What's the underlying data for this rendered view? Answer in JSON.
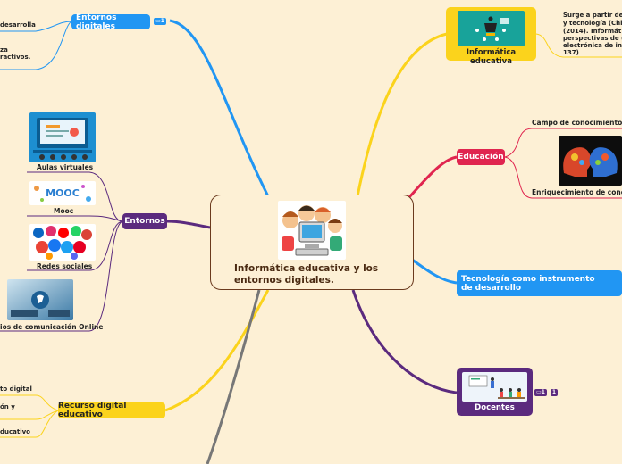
{
  "center": {
    "title": "Informática educativa y los entornos digitales."
  },
  "left": {
    "entornos_digitales": {
      "label": "Entornos digitales",
      "badge": "1",
      "notes": [
        "desarrolla",
        "za",
        "ractivos."
      ]
    },
    "entornos": {
      "label": "Entornos",
      "children": [
        "Aulas virtuales",
        "Mooc",
        "Redes sociales",
        "ios de comunicación Online"
      ]
    },
    "recurso": {
      "label": "Recurso digital educativo",
      "notes": [
        "to digital",
        "ón y",
        "ducativo"
      ]
    }
  },
  "right": {
    "informatica": {
      "label": "Informática educativa",
      "desc": [
        "Surge a partir de",
        "y tecnología (Chi",
        "(2014). Informát",
        "perspectivas de u",
        "electrónica de inv",
        "137)"
      ]
    },
    "educacion": {
      "label": "Educación",
      "children": [
        "Campo de conocimiento",
        "Enriquecimiento de conoc"
      ]
    },
    "tecnologia": {
      "label": "Tecnología como instrumento de desarrollo"
    },
    "docentes": {
      "label": "Docentes",
      "badges": [
        "1",
        "1"
      ]
    }
  },
  "images": {
    "mooc_text": "MOOC"
  },
  "colors": {
    "background": "#fdf0d5",
    "blue": "#2196f3",
    "purple": "#5b2a7e",
    "yellow": "#fbd31c",
    "red": "#e0254f",
    "brown": "#6b3a1e"
  }
}
